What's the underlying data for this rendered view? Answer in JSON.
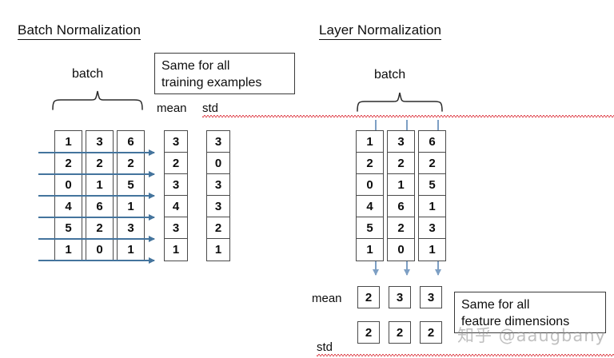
{
  "page": {
    "background": "#ffffff",
    "arrow_color_horizontal": "#44749d",
    "arrow_color_vertical": "#7d9fc4",
    "box_border_color": "#4a4a4a",
    "text_color": "#0d0d0d",
    "spellcheck_underline_color": "#e2525a",
    "watermark": "知乎 @aaugbany"
  },
  "batch_norm": {
    "title": "Batch Normalization",
    "batch_label": "batch",
    "callout": "Same for all\ntraining examples",
    "mean_label": "mean",
    "std_label": "std",
    "matrix": {
      "rows": 6,
      "cols": 3,
      "columns": [
        [
          1,
          2,
          0,
          4,
          5,
          1
        ],
        [
          3,
          2,
          1,
          6,
          2,
          0
        ],
        [
          6,
          2,
          5,
          1,
          3,
          1
        ]
      ]
    },
    "mean_column": [
      3,
      2,
      3,
      4,
      3,
      1
    ],
    "std_column": [
      3,
      0,
      3,
      3,
      2,
      1
    ],
    "arrow_direction": "horizontal-right",
    "arrow_count": 6
  },
  "layer_norm": {
    "title": "Layer Normalization",
    "batch_label": "batch",
    "callout": "Same for all\nfeature dimensions",
    "mean_label": "mean",
    "std_label": "std",
    "matrix": {
      "rows": 6,
      "cols": 3,
      "columns": [
        [
          1,
          2,
          0,
          4,
          5,
          1
        ],
        [
          3,
          2,
          1,
          6,
          2,
          0
        ],
        [
          6,
          2,
          5,
          1,
          3,
          1
        ]
      ]
    },
    "mean_row": [
      2,
      3,
      3
    ],
    "std_row": [
      2,
      2,
      2
    ],
    "arrow_direction": "vertical-down",
    "arrow_count": 3
  }
}
